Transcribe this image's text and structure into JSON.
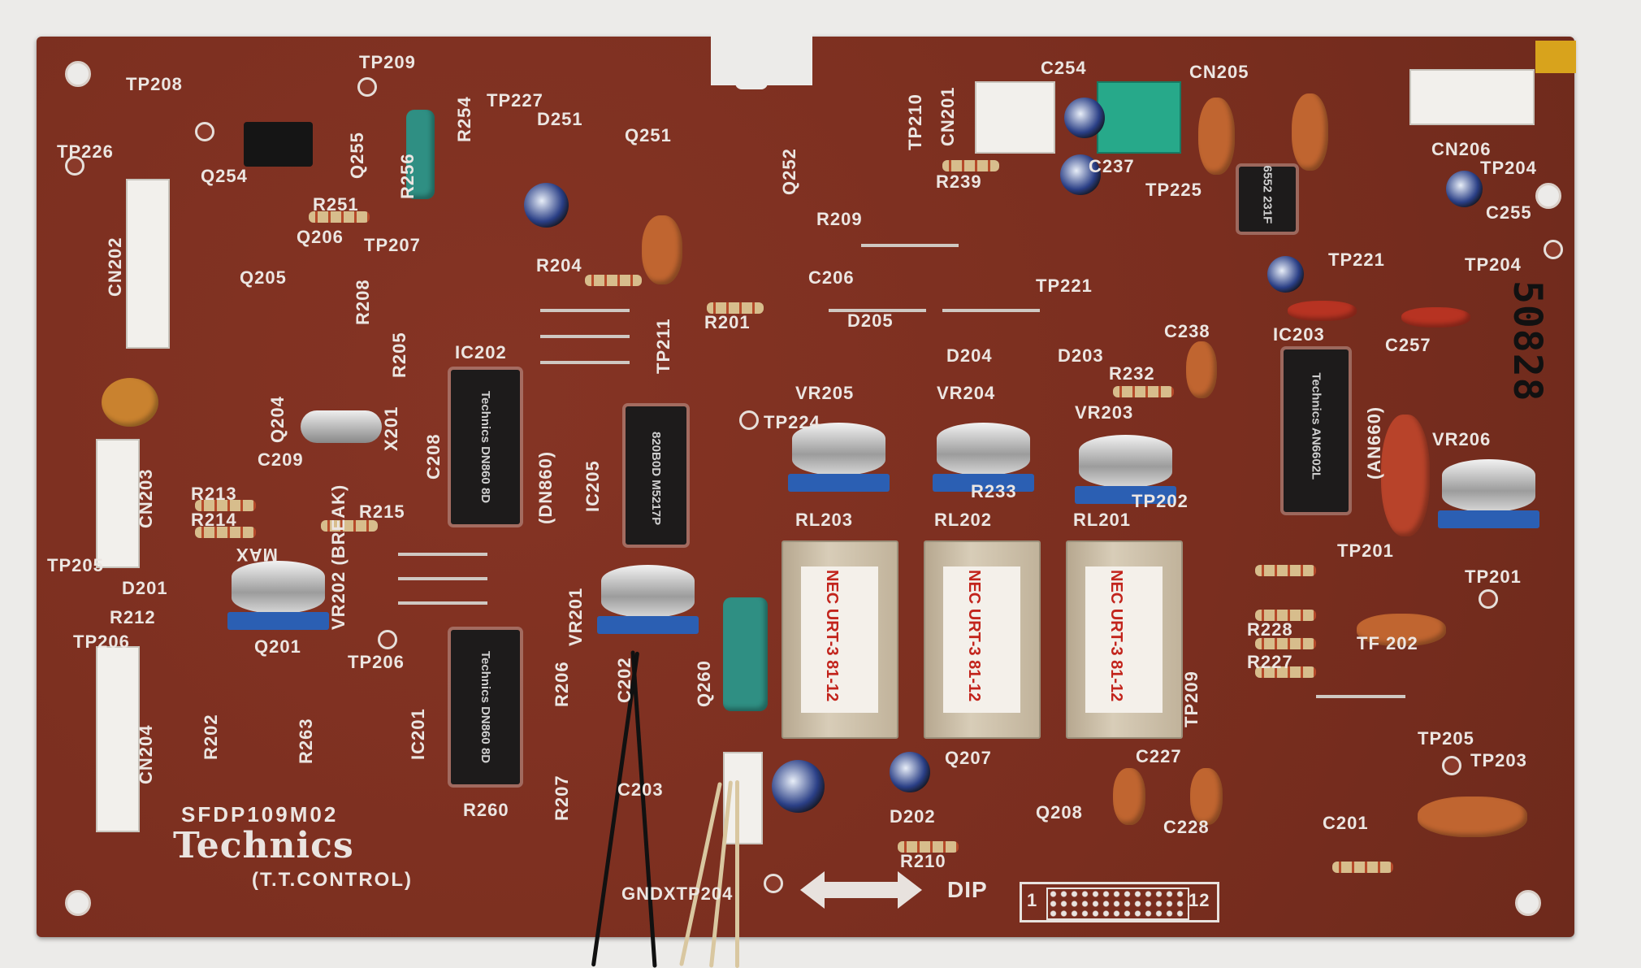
{
  "board": {
    "part_number": "SFDP109M02",
    "brand": "Technics",
    "subtitle": "(T.T.CONTROL)",
    "handwritten_number": "50828",
    "dip_label": "DIP",
    "dip_left": "1",
    "dip_right": "12"
  },
  "ics": {
    "ic202": "Technics DN860 8D",
    "ic201": "Technics DN860 8D",
    "ic205": "820B0D M5217P",
    "ic203": "Technics AN6602L",
    "ic204": "6552 231F"
  },
  "relays": [
    {
      "label": "NEC URT-3 81-12"
    },
    {
      "label": "NEC URT-3 81-12"
    },
    {
      "label": "NEC URT-3 81-12"
    }
  ],
  "labels": [
    "TP208",
    "TP209",
    "TP227",
    "D251",
    "Q251",
    "TP226",
    "Q254",
    "R251",
    "Q206",
    "TP207",
    "R204",
    "C206",
    "R201",
    "R209",
    "R239",
    "C254",
    "CN205",
    "C237",
    "TP225",
    "CN206",
    "TP204",
    "C255",
    "TP204",
    "TP221",
    "D205",
    "D204",
    "D203",
    "C238",
    "IC203",
    "C257",
    "R232",
    "IC202",
    "VR205",
    "VR204",
    "VR203",
    "VR206",
    "R233",
    "TP202",
    "RL203",
    "RL202",
    "RL201",
    "TP201",
    "TP201",
    "TP206",
    "Q201",
    "TP206",
    "D201",
    "R212",
    "R213",
    "R214",
    "R215",
    "C209",
    "TP205",
    "R228",
    "R227",
    "TF 202",
    "GNDXTP204",
    "TP205",
    "TP203",
    "C227",
    "C228",
    "Q207",
    "Q208",
    "D202",
    "R210",
    "C201",
    "C208",
    "IC205",
    "IC201",
    "(DN860)",
    "CN202",
    "CN203",
    "CN204",
    "TP224",
    "Q252",
    "CN201",
    "TP211",
    "Q255",
    "R254",
    "R256",
    "VR202 (BREAK)",
    "VR201",
    "Q260",
    "R206",
    "R207",
    "TP209",
    "(AN660)",
    "MAX",
    "TP221",
    "R205",
    "R208",
    "Q205",
    "Q204",
    "X201",
    "R202",
    "R263",
    "TP210",
    "C202",
    "R260",
    "C203"
  ]
}
